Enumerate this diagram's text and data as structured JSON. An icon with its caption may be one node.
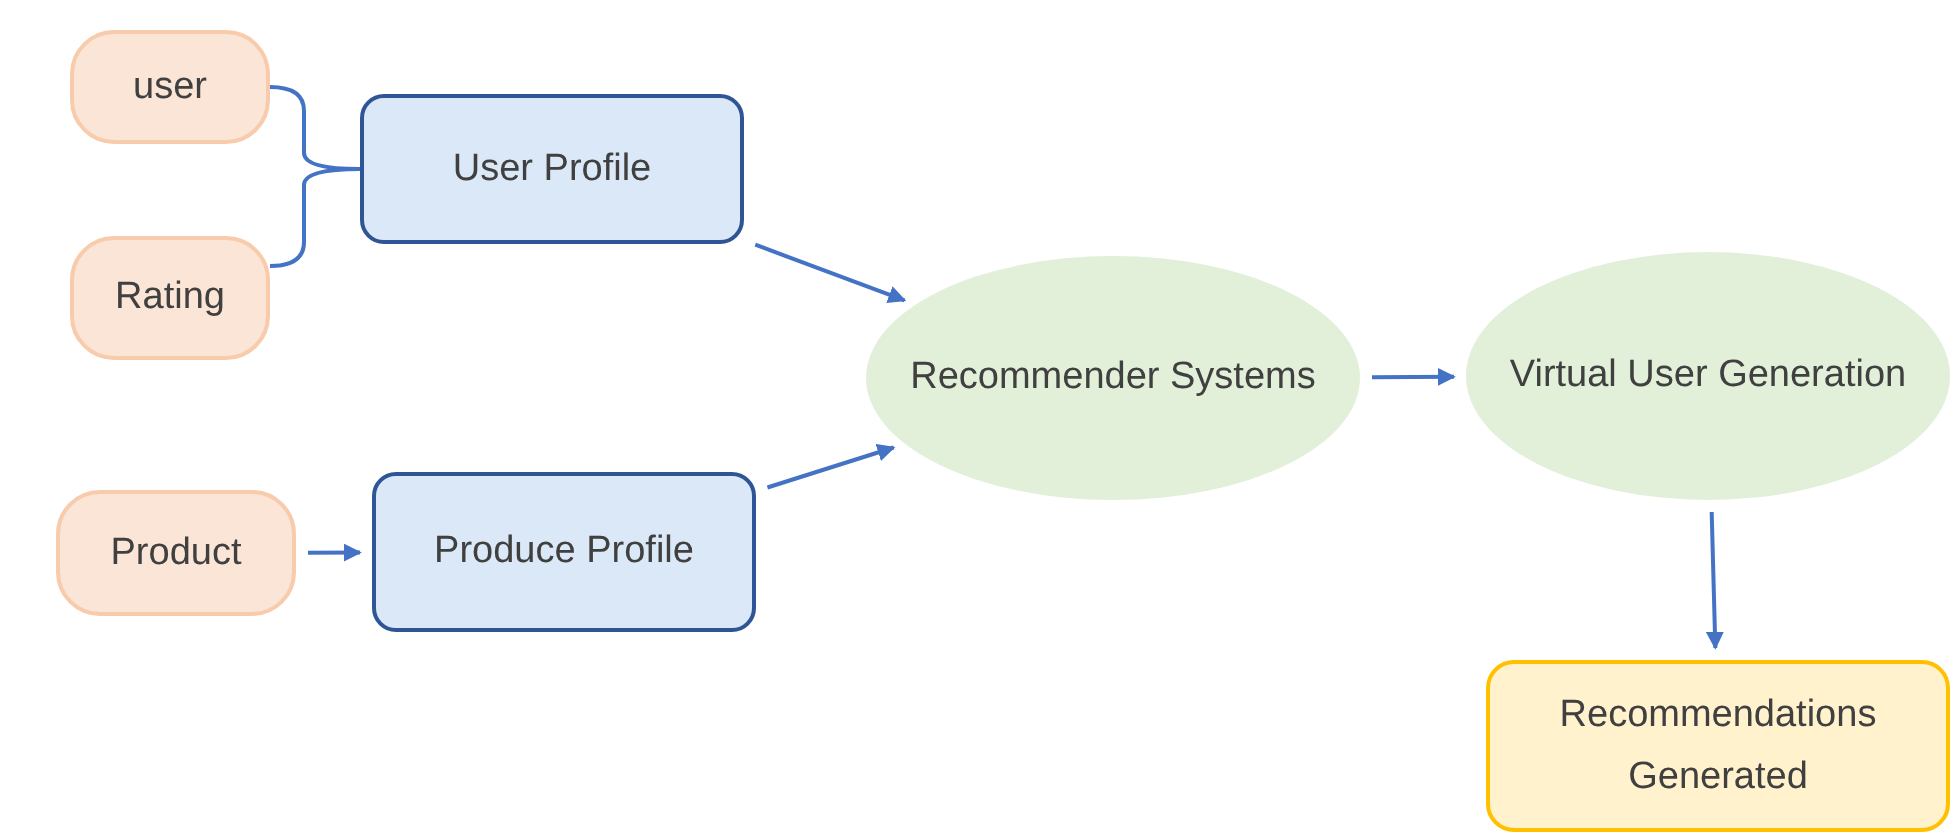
{
  "diagram": {
    "nodes": [
      {
        "text": [
          "user"
        ]
      },
      {
        "text": [
          "Rating"
        ]
      },
      {
        "text": [
          "User Profile"
        ]
      },
      {
        "text": [
          "Product"
        ]
      },
      {
        "text": [
          "Produce Profile"
        ]
      },
      {
        "text": [
          "Recommender Systems"
        ]
      },
      {
        "text": [
          "Virtual User Generation"
        ]
      },
      {
        "text": [
          "Recommendations Generated"
        ]
      }
    ],
    "edges": [
      {
        "from": 0,
        "to": 2,
        "arrow": "none"
      },
      {
        "from": 1,
        "to": 2,
        "arrow": "none"
      },
      {
        "from": 3,
        "to": 4,
        "arrow": "to"
      },
      {
        "from": 2,
        "to": 5,
        "arrow": "to"
      },
      {
        "from": 4,
        "to": 5,
        "arrow": "to"
      },
      {
        "from": 5,
        "to": 6,
        "arrow": "to"
      },
      {
        "from": 6,
        "to": 7,
        "arrow": "to"
      }
    ]
  }
}
